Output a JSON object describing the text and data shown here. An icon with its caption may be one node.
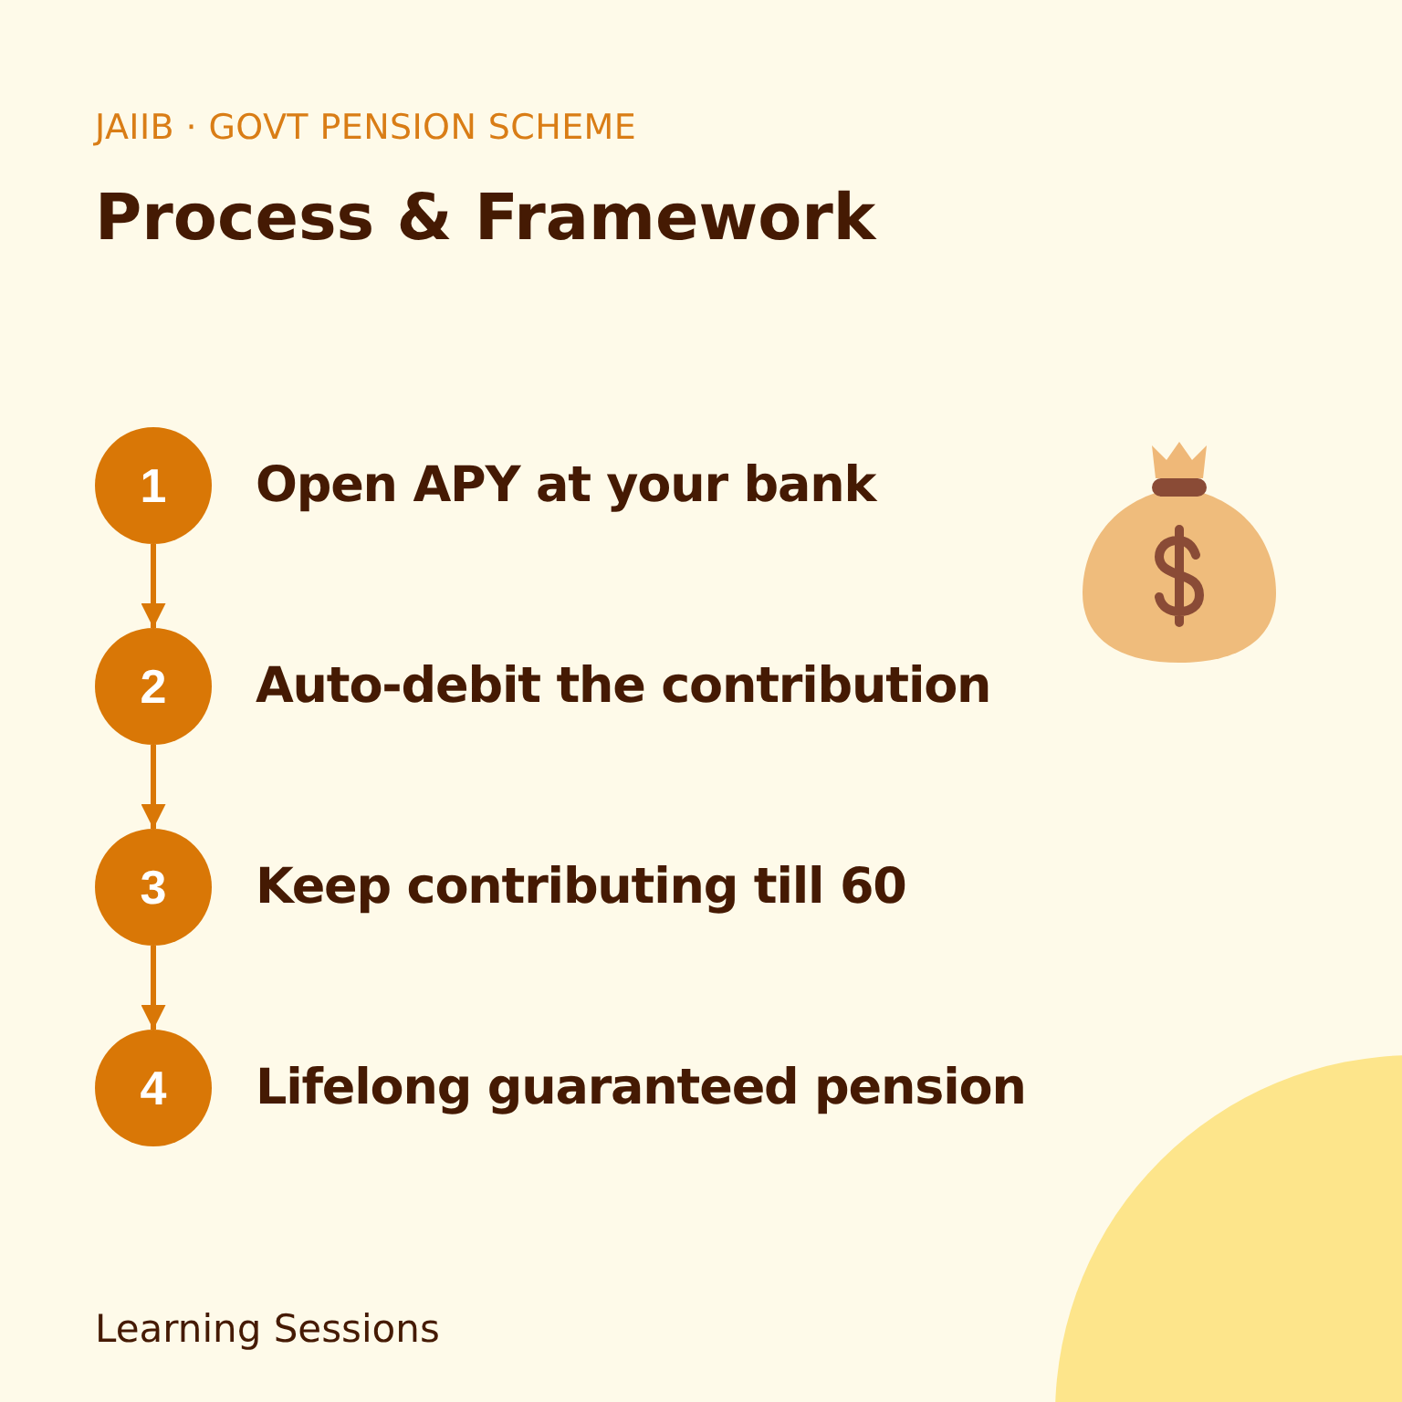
{
  "diagram": {
    "title": "Process & Framework",
    "nodes": [
      {
        "text": [
          "1"
        ],
        "beside": [
          "Open APY at your bank"
        ]
      },
      {
        "text": [
          "2"
        ],
        "beside": [
          "Auto-debit the contribution"
        ]
      },
      {
        "text": [
          "3"
        ],
        "beside": [
          "Keep contributing till 60"
        ]
      },
      {
        "text": [
          "4"
        ],
        "beside": [
          "Lifelong guaranteed pension"
        ]
      }
    ],
    "edges": [
      {
        "from": 0,
        "to": 1,
        "arrow": "to"
      },
      {
        "from": 1,
        "to": 2,
        "arrow": "to"
      },
      {
        "from": 2,
        "to": 3,
        "arrow": "to"
      }
    ],
    "labels": [
      "JAIIB · GOVT PENSION SCHEME",
      "Learning Sessions"
    ]
  }
}
